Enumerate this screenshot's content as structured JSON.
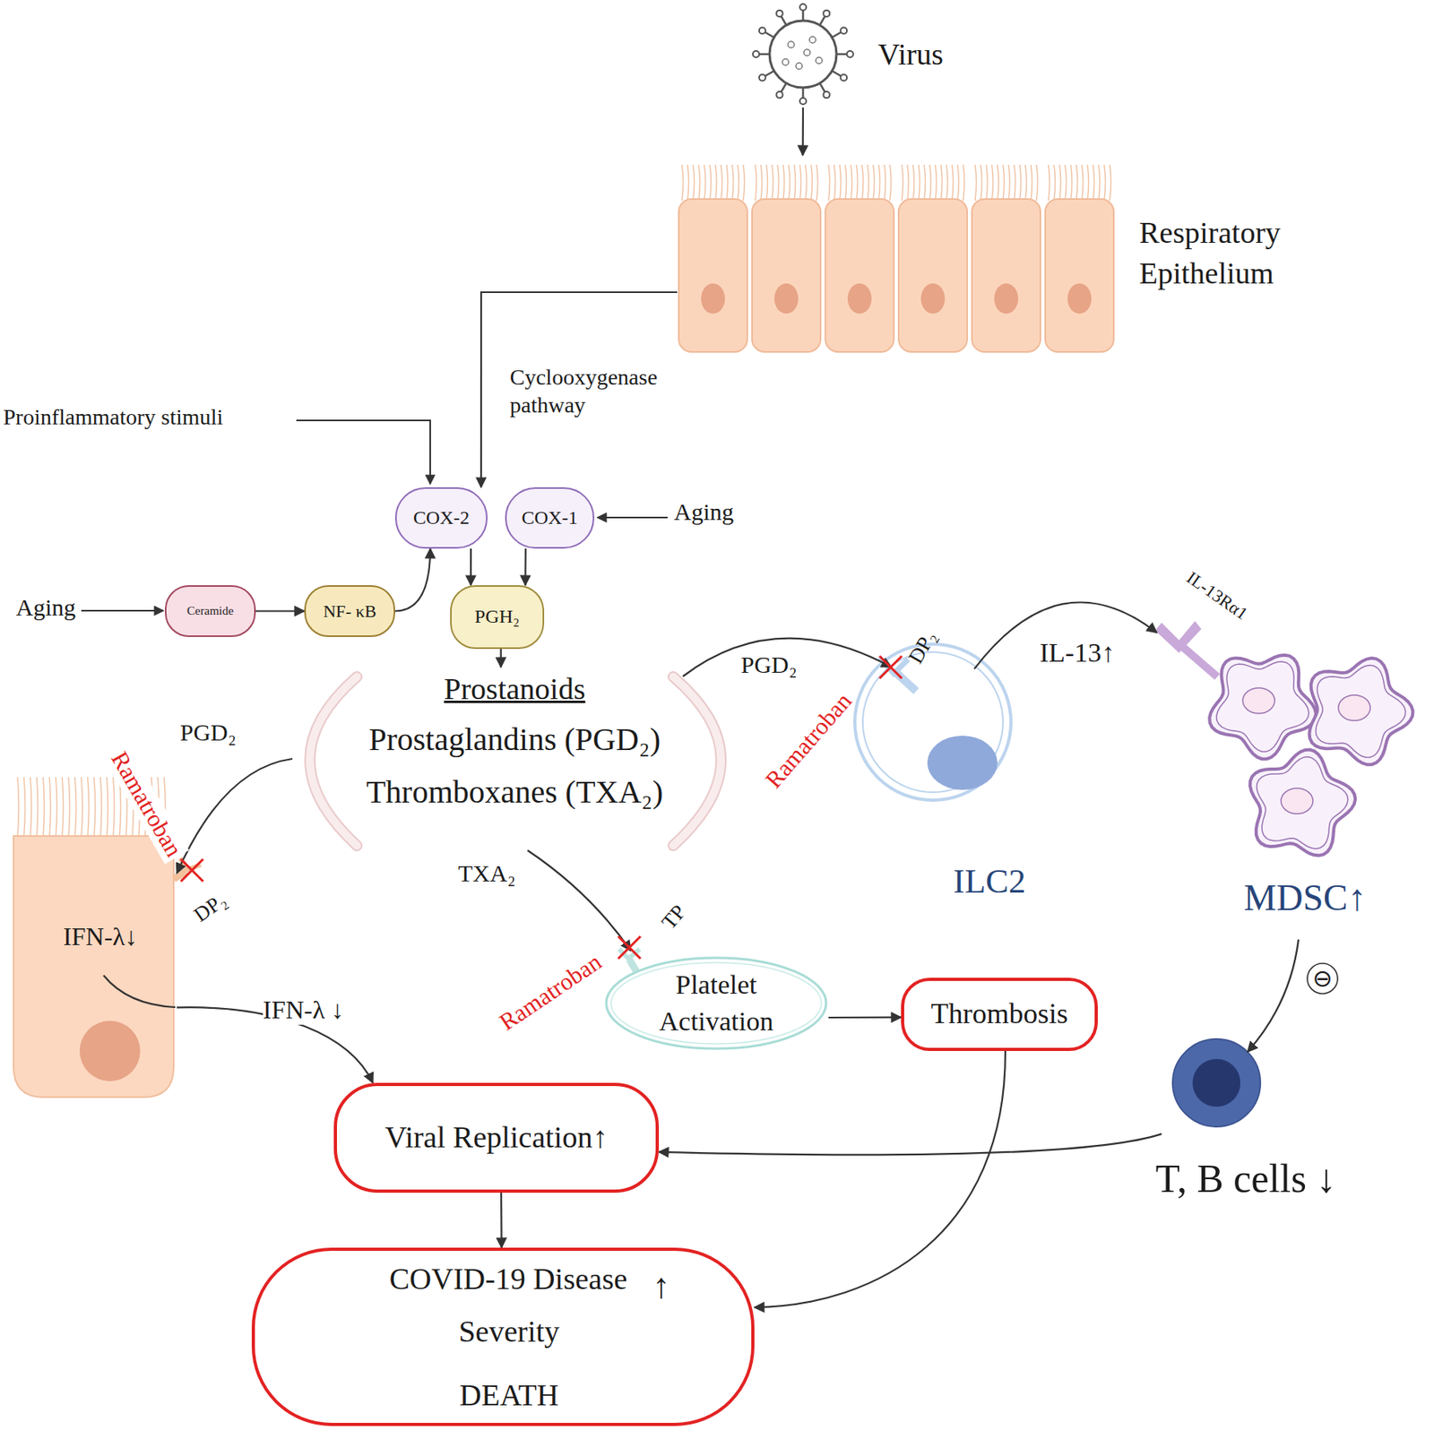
{
  "diagram": {
    "nodes": [
      {
        "text": [
          "Virus"
        ]
      },
      {
        "text": [
          "Respiratory Epithelium"
        ]
      },
      {
        "text": [
          "COX-2"
        ]
      },
      {
        "text": [
          "COX-1"
        ]
      },
      {
        "text": [
          "Ceramide"
        ]
      },
      {
        "text": [
          "NF- κB"
        ]
      },
      {
        "text": [
          "PGH₂"
        ]
      },
      {
        "text": [
          "Prostanoids",
          "Prostaglandins (PGD₂)",
          "Thromboxanes (TXA₂)"
        ]
      },
      {
        "text": [
          "IFN-λ↓"
        ]
      },
      {
        "text": [
          "ILC2"
        ]
      },
      {
        "text": [
          "MDSC↑"
        ]
      },
      {
        "text": [
          "Platelet Activation"
        ]
      },
      {
        "text": [
          "Thrombosis"
        ]
      },
      {
        "text": [
          "T, B cells ↓"
        ]
      },
      {
        "text": [
          "Viral Replication↑"
        ]
      },
      {
        "text": [
          "COVID-19 Disease",
          "↑",
          "Severity",
          "DEATH"
        ]
      }
    ],
    "edges": [
      {
        "from": 0,
        "to": 1,
        "arrow": "to"
      },
      {
        "from": 1,
        "to": 2,
        "arrow": "to",
        "label": "Cyclooxygenase pathway"
      },
      {
        "from": 4,
        "to": 5,
        "arrow": "to"
      },
      {
        "from": 5,
        "to": 2,
        "arrow": "to"
      },
      {
        "from": 2,
        "to": 6,
        "arrow": "to"
      },
      {
        "from": 3,
        "to": 6,
        "arrow": "to"
      },
      {
        "from": 6,
        "to": 7,
        "arrow": "to"
      },
      {
        "from": 7,
        "to": 8,
        "arrow": "to",
        "label": "PGD₂"
      },
      {
        "from": 7,
        "to": 9,
        "arrow": "to",
        "label": "PGD₂"
      },
      {
        "from": 9,
        "to": 10,
        "arrow": "to",
        "label": "IL-13↑"
      },
      {
        "from": 7,
        "to": 11,
        "arrow": "to",
        "label": "TXA₂"
      },
      {
        "from": 11,
        "to": 12,
        "arrow": "to"
      },
      {
        "from": 8,
        "to": 14,
        "arrow": "to",
        "label": "IFN-λ ↓"
      },
      {
        "from": 10,
        "to": 13,
        "arrow": "to"
      },
      {
        "from": 13,
        "to": 14,
        "arrow": "to"
      },
      {
        "from": 12,
        "to": 15,
        "arrow": "to"
      },
      {
        "from": 14,
        "to": 15,
        "arrow": "to"
      }
    ],
    "labels": [
      "Proinflammatory stimuli",
      "Aging",
      "Aging",
      "Ramatroban",
      "Ramatroban",
      "Ramatroban",
      "DP₂",
      "DP₂",
      "TP",
      "IL-13Rα1",
      "⊖"
    ]
  }
}
